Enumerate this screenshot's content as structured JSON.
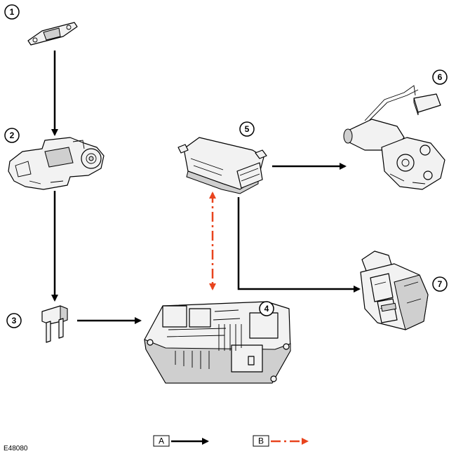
{
  "reference_code": "E48080",
  "colors": {
    "line_a": "#000000",
    "line_b": "#e8441e"
  },
  "components": [
    {
      "callout": "1",
      "icon": "mega-fuse-icon"
    },
    {
      "callout": "2",
      "icon": "ignition-switch-icon"
    },
    {
      "callout": "3",
      "icon": "blade-fuse-icon"
    },
    {
      "callout": "4",
      "icon": "fuse-box-icon"
    },
    {
      "callout": "5",
      "icon": "control-module-icon"
    },
    {
      "callout": "6",
      "icon": "window-motor-icon"
    },
    {
      "callout": "7",
      "icon": "window-switch-icon"
    }
  ],
  "legend": [
    {
      "label": "A",
      "line_style": "solid"
    },
    {
      "label": "B",
      "line_style": "dash-dot"
    }
  ]
}
